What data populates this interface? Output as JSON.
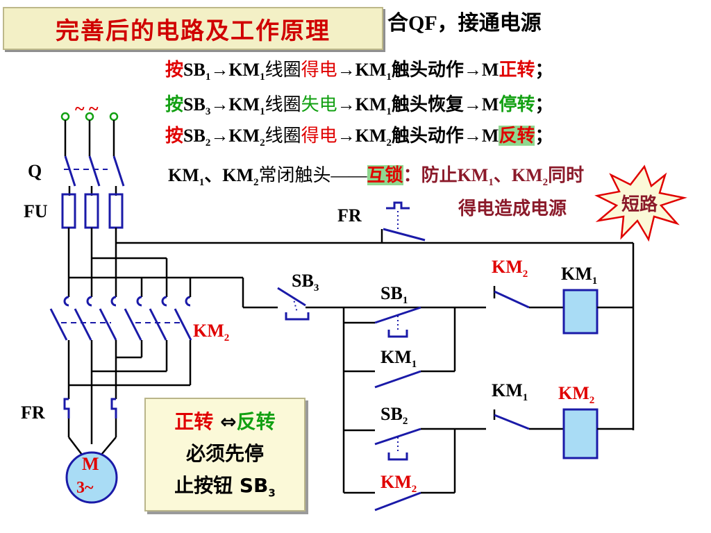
{
  "title": "完善后的电路及工作原理",
  "header_fragment": "合QF，接通电源",
  "steps": {
    "s1": {
      "a": "按",
      "b": "SB",
      "bsub": "1",
      "c": "→KM",
      "csub": "1",
      "d": "线圈",
      "e": "得电",
      "f": "→KM",
      "fsub": "1",
      "g": "触头动作→M",
      "h": "正转",
      "i": "；"
    },
    "s2": {
      "a": "按",
      "b": "SB",
      "bsub": "3",
      "c": "→KM",
      "csub": "1",
      "d": "线圈",
      "e": "失电",
      "f": "→KM",
      "fsub": "1",
      "g": "触头恢复→M",
      "h": "停转",
      "i": "；"
    },
    "s3": {
      "a": "按",
      "b": "SB",
      "bsub": "2",
      "c": "→KM",
      "csub": "2",
      "d": "线圈",
      "e": "得电",
      "f": "→KM",
      "fsub": "2",
      "g": "触头动作→M",
      "h": "反转",
      "i": "；"
    }
  },
  "interlock": {
    "a": "KM",
    "asub": "1",
    "b": "、KM",
    "bsub": "2",
    "c": "常闭触头",
    "d": "——",
    "e": "互锁",
    "f": "：防止KM",
    "fsub": "1",
    "g": "、KM",
    "gsub": "2",
    "h": "同时",
    "line2": "得电造成电源",
    "burst": "短路"
  },
  "note": {
    "l1a": "正转",
    "l1b": " ⇔",
    "l1c": "反转",
    "l2": "必须先停",
    "l3": "止按钮 SB",
    "l3sub": "3"
  },
  "labels": {
    "tilde": "~ ~",
    "q": "Q",
    "fu": "FU",
    "fr_top": "FR",
    "fr_main": "FR",
    "km2_main": "KM",
    "km2_main_sub": "2",
    "sb3": "SB",
    "sb3_sub": "3",
    "sb1": "SB",
    "sb1_sub": "1",
    "sb2": "SB",
    "sb2_sub": "2",
    "km1_hold": "KM",
    "km1_hold_sub": "1",
    "km2_hold": "KM",
    "km2_hold_sub": "2",
    "km2_nc": "KM",
    "km2_nc_sub": "2",
    "km1_nc": "KM",
    "km1_nc_sub": "1",
    "km1_coil": "KM",
    "km1_coil_sub": "1",
    "km2_coil": "KM",
    "km2_coil_sub": "2",
    "motor_m": "M",
    "motor_3": "3~"
  },
  "colors": {
    "red": "#e00000",
    "green": "#12a012",
    "blue": "#1a1aa8",
    "coil_fill": "#a9dcf5",
    "title_bg": "#f3f0c6"
  }
}
